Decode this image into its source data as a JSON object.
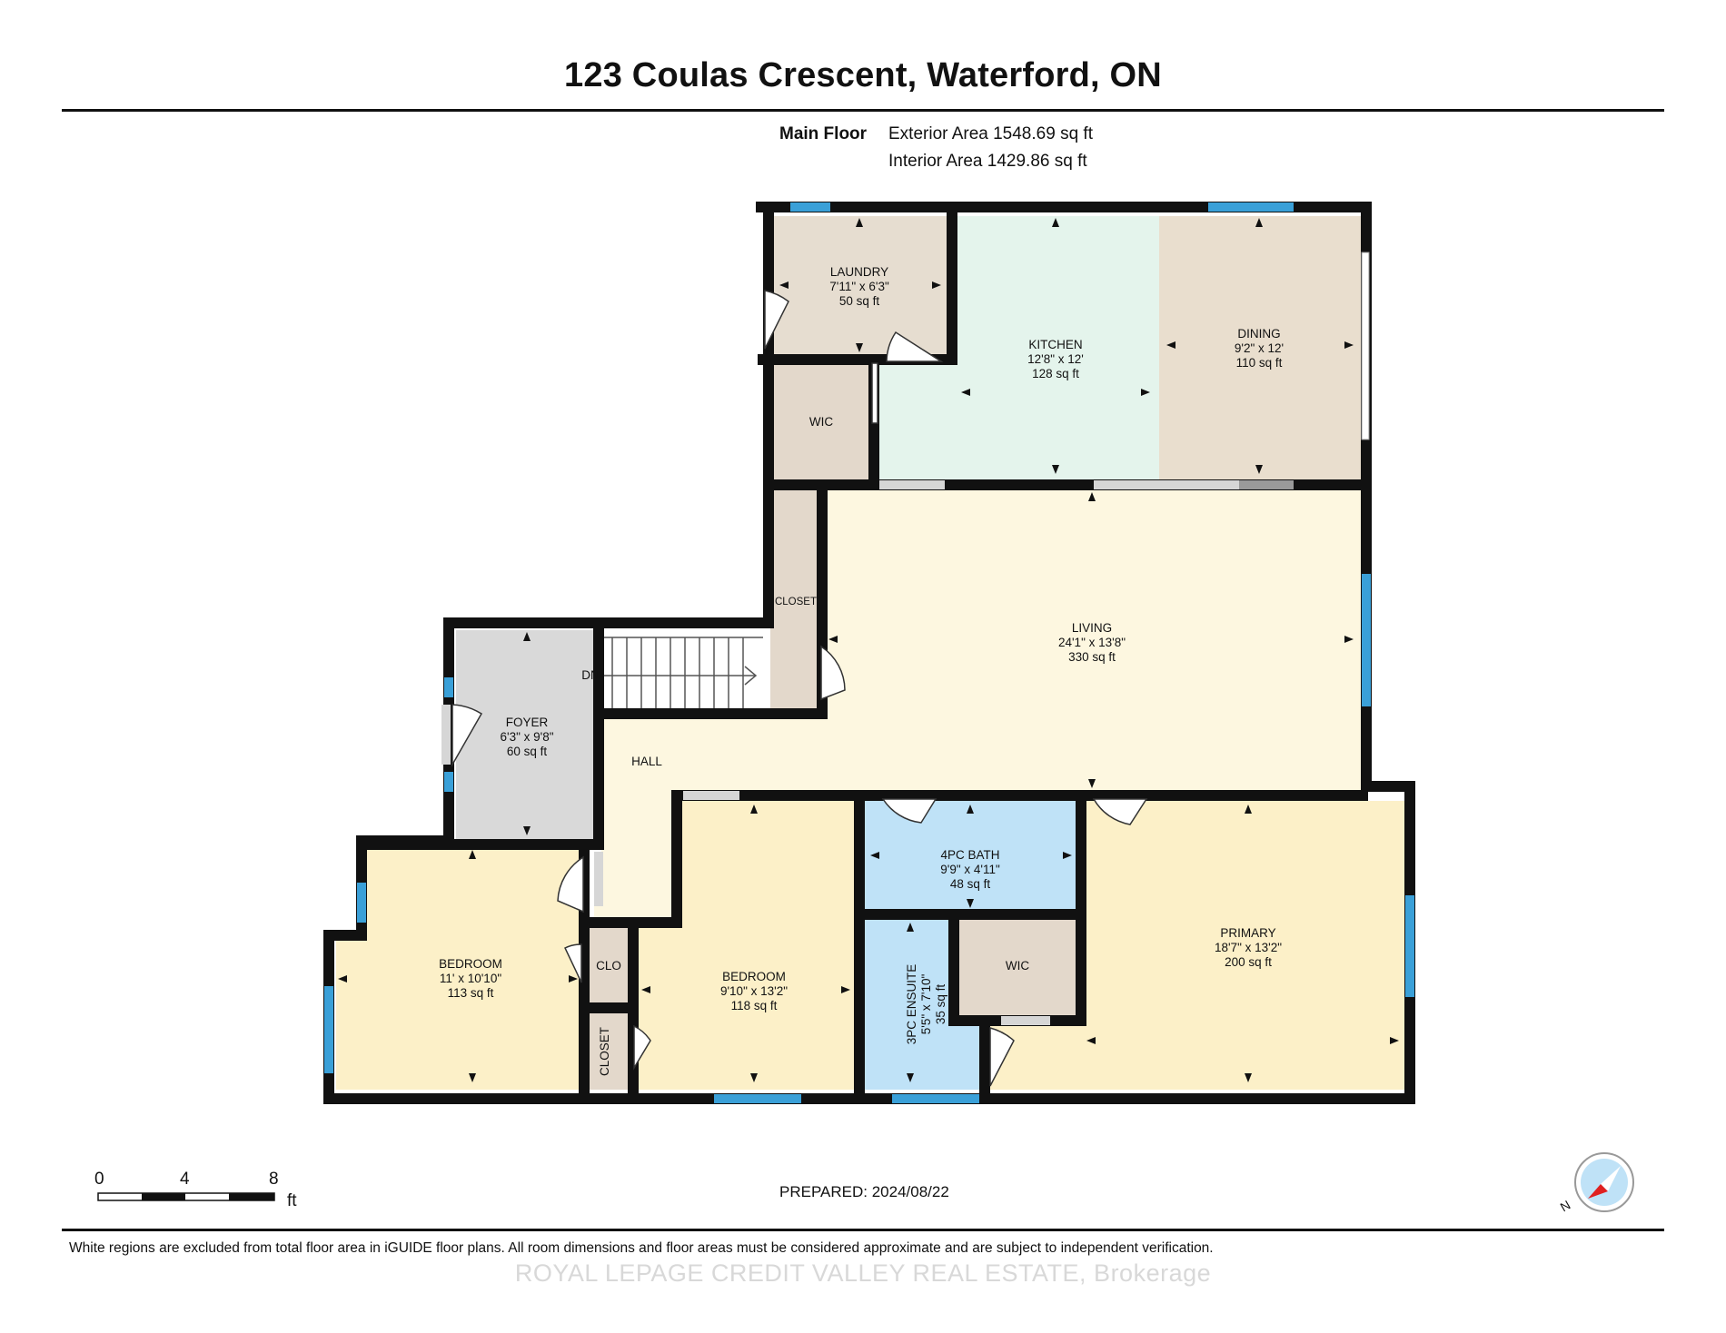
{
  "title": "123 Coulas Crescent, Waterford, ON",
  "floor": {
    "name": "Main Floor",
    "exterior_area": "Exterior Area 1548.69 sq ft",
    "interior_area": "Interior Area 1429.86 sq ft"
  },
  "rooms": {
    "laundry": {
      "name": "LAUNDRY",
      "dims": "7'11\" x 6'3\"",
      "area": "50 sq ft"
    },
    "kitchen": {
      "name": "KITCHEN",
      "dims": "12'8\" x 12'",
      "area": "128 sq ft"
    },
    "dining": {
      "name": "DINING",
      "dims": "9'2\" x 12'",
      "area": "110 sq ft"
    },
    "wic_upper": {
      "name": "WIC"
    },
    "closet_living": {
      "name": "CLOSET"
    },
    "living": {
      "name": "LIVING",
      "dims": "24'1\" x 13'8\"",
      "area": "330 sq ft"
    },
    "stairs": {
      "name": "DN"
    },
    "foyer": {
      "name": "FOYER",
      "dims": "6'3\" x 9'8\"",
      "area": "60 sq ft"
    },
    "hall": {
      "name": "HALL"
    },
    "bath4": {
      "name": "4PC BATH",
      "dims": "9'9\" x 4'11\"",
      "area": "48 sq ft"
    },
    "primary": {
      "name": "PRIMARY",
      "dims": "18'7\" x 13'2\"",
      "area": "200 sq ft"
    },
    "ensuite": {
      "name": "3PC ENSUITE",
      "dims": "5'5\" x 7'10\"",
      "area": "35 sq ft"
    },
    "wic_primary": {
      "name": "WIC"
    },
    "bedroom_left": {
      "name": "BEDROOM",
      "dims": "11' x 10'10\"",
      "area": "113 sq ft"
    },
    "clo": {
      "name": "CLO"
    },
    "closet_small": {
      "name": "CLOSET"
    },
    "bedroom_mid": {
      "name": "BEDROOM",
      "dims": "9'10\" x 13'2\"",
      "area": "118 sq ft"
    }
  },
  "colors": {
    "wall": "#111111",
    "window": "#3aa0d8",
    "laundry": "#e6ddd0",
    "kitchen": "#e4f4ec",
    "dining": "#e9dece",
    "wic": "#e3d8cb",
    "living": "#fdf7e0",
    "foyer": "#d9d9d9",
    "bedroom": "#fcf0c8",
    "primary": "#fcf0c8",
    "bath": "#bfe2f7",
    "closet": "#e3d8cb"
  },
  "scale": {
    "ticks": [
      "0",
      "4",
      "8"
    ],
    "unit": "ft"
  },
  "compass": {
    "label": "N"
  },
  "prepared": "PREPARED: 2024/08/22",
  "disclaimer": "White regions are excluded from total floor area in iGUIDE floor plans. All room dimensions and floor areas must be considered approximate and are subject to independent verification.",
  "watermark": "ROYAL LEPAGE CREDIT VALLEY REAL ESTATE, Brokerage"
}
